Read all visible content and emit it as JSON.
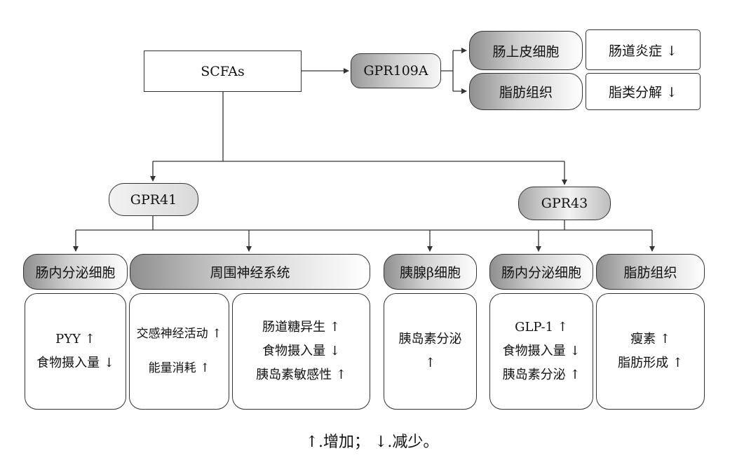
{
  "nodes": {
    "scfas": "SCFAs",
    "gpr109a": "GPR109A",
    "intestinal_epithelium": "肠上皮细胞",
    "gut_inflammation": "肠道炎症 ↓",
    "adipose_top": "脂肪组织",
    "lipolysis": "脂类分解 ↓",
    "gpr41": "GPR41",
    "gpr43": "GPR43",
    "enteroendocrine_1": "肠内分泌细胞",
    "peripheral_nervous": "周围神经系统",
    "beta_cell": "胰腺β细胞",
    "enteroendocrine_2": "肠内分泌细胞",
    "adipose_bottom": "脂肪组织"
  },
  "effects": {
    "pyy": "PYY ↑",
    "food_intake_1": "食物摄入量 ↓",
    "sympathetic": "交感神经活动 ↑",
    "energy": "能量消耗 ↑",
    "gluconeogenesis": "肠道糖异生 ↑",
    "food_intake_2": "食物摄入量 ↓",
    "insulin_sensitivity": "胰岛素敏感性 ↑",
    "insulin_secretion_1a": "胰岛素分泌",
    "insulin_secretion_1b": "↑",
    "glp1": "GLP-1 ↑",
    "food_intake_3": "食物摄入量 ↓",
    "insulin_secretion_2": "胰岛素分泌 ↑",
    "leptin": "瘦素 ↑",
    "adipogenesis": "脂肪形成 ↑"
  },
  "legend": "↑.增加； ↓.减少。",
  "colors": {
    "line": "#333333",
    "fill_dark": "#8f8f8f",
    "fill_light": "#ffffff"
  }
}
